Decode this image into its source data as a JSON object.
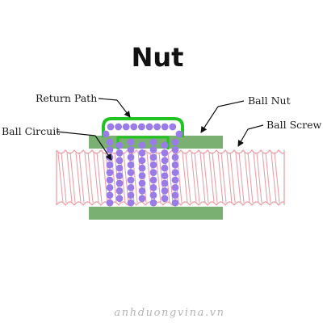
{
  "title": "Nut",
  "labels": {
    "return_path": "Return Path",
    "ball_nut": "Ball Nut",
    "ball_circuit": "Ball Circuit",
    "ball_screw": "Ball Screw"
  },
  "watermark": "anhduongvina.vn",
  "colors": {
    "screw_outline": "#e8a0a8",
    "screw_fill": "#ffffff",
    "nut_body": "#7ab071",
    "return_tube": "#22c322",
    "ball": "#9a7ce8",
    "leader": "#111111",
    "watermark": "#b5b5b5"
  },
  "icons": {
    "ball": "circle",
    "arrowhead": "filled-triangle"
  }
}
